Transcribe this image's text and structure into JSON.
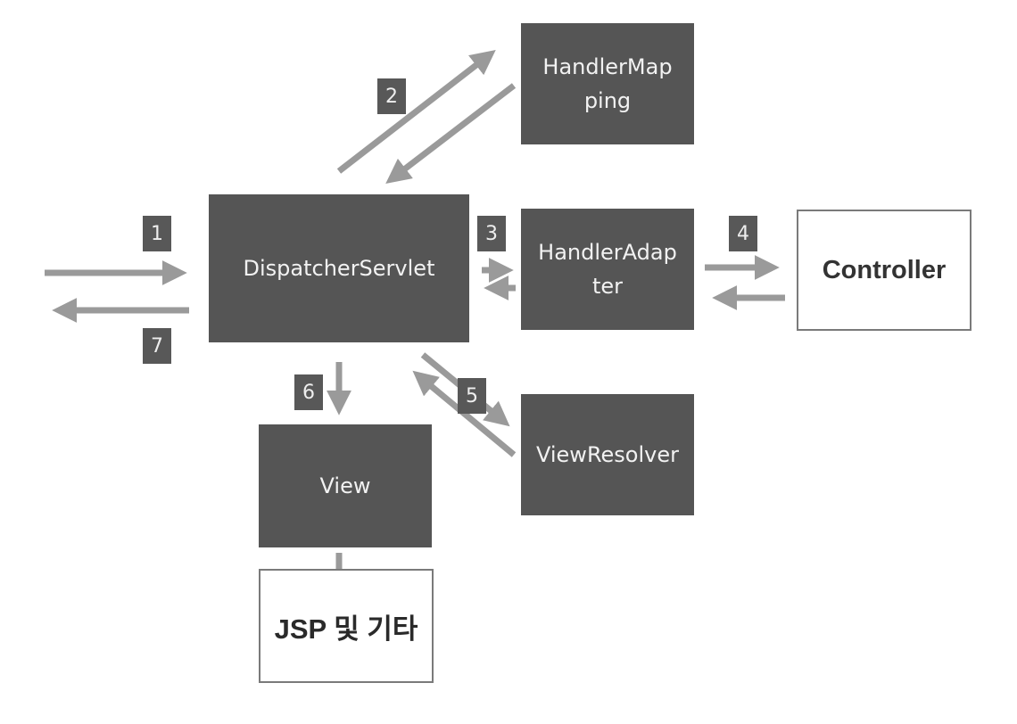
{
  "diagram": {
    "components": {
      "dispatcher": "DispatcherServlet",
      "handler_mapping": "HandlerMap\nping",
      "handler_adapter": "HandlerAdap\nter",
      "controller": "Controller",
      "view_resolver": "ViewResolver",
      "view": "View",
      "jsp": "JSP 및 기타"
    },
    "steps": [
      "1",
      "2",
      "3",
      "4",
      "5",
      "6",
      "7"
    ]
  }
}
